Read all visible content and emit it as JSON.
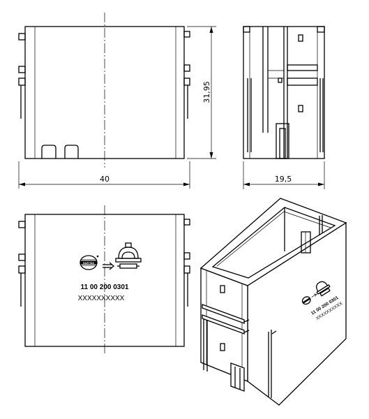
{
  "dimensions": {
    "width": "40",
    "height": "31,95",
    "depth": "19,5"
  },
  "marking": {
    "article_number": "11 00 200 0301",
    "code": "XXXXXXXXXX",
    "brand_logo_text": "HARTING"
  }
}
